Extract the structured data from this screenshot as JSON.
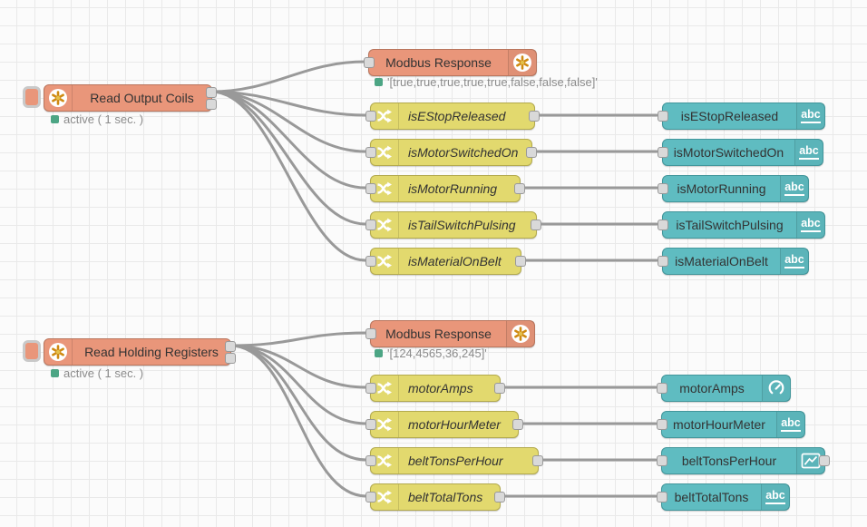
{
  "top_flow": {
    "source": {
      "label": "Read Output Coils",
      "status": "active ( 1 sec. )"
    },
    "response": {
      "label": "Modbus Response",
      "status": "'[true,true,true,true,true,false,false,false]'"
    },
    "rows": [
      {
        "switch": "isEStopReleased",
        "out": "isEStopReleased",
        "badge": "abc"
      },
      {
        "switch": "isMotorSwitchedOn",
        "out": "isMotorSwitchedOn",
        "badge": "abc"
      },
      {
        "switch": "isMotorRunning",
        "out": "isMotorRunning",
        "badge": "abc"
      },
      {
        "switch": "isTailSwitchPulsing",
        "out": "isTailSwitchPulsing",
        "badge": "abc"
      },
      {
        "switch": "isMaterialOnBelt",
        "out": "isMaterialOnBelt",
        "badge": "abc"
      }
    ]
  },
  "bottom_flow": {
    "source": {
      "label": "Read Holding Registers",
      "status": "active ( 1 sec. )"
    },
    "response": {
      "label": "Modbus Response",
      "status": "'[124,4565,36,245]'"
    },
    "rows": [
      {
        "switch": "motorAmps",
        "out": "motorAmps",
        "badge_icon": "gauge-icon"
      },
      {
        "switch": "motorHourMeter",
        "out": "motorHourMeter",
        "badge": "abc"
      },
      {
        "switch": "beltTonsPerHour",
        "out": "beltTonsPerHour",
        "badge_icon": "chart-icon"
      },
      {
        "switch": "beltTotalTons",
        "out": "beltTotalTons",
        "badge": "abc"
      }
    ]
  },
  "colors": {
    "modbus_node": "#e9967a",
    "switch_node": "#e2d96e",
    "dashboard_node": "#5fbcc1",
    "wire": "#999999",
    "status_ok": "#4ca584"
  }
}
